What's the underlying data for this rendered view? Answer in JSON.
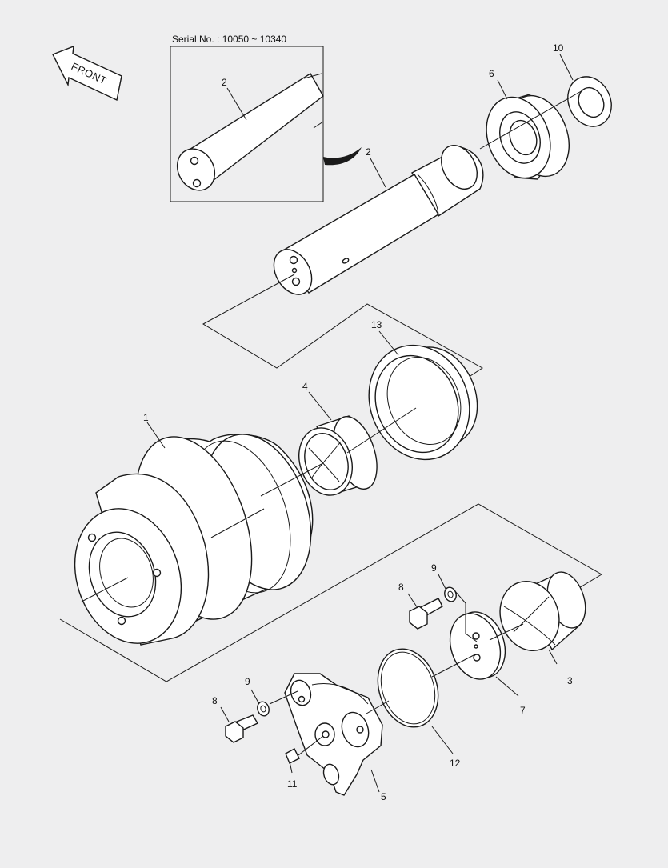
{
  "serial_label": "Serial No. : 10050 ~ 10340",
  "front_label": "FRONT",
  "callouts": {
    "c2_inset": "2",
    "c2_main": "2",
    "c6": "6",
    "c10": "10",
    "c13": "13",
    "c4": "4",
    "c1": "1",
    "c9_upper": "9",
    "c8_upper": "8",
    "c3": "3",
    "c7": "7",
    "c12": "12",
    "c9_lower": "9",
    "c8_lower": "8",
    "c11": "11",
    "c5": "5"
  },
  "colors": {
    "background": "#eeeeef",
    "ink": "#1a1a1a",
    "part_fill": "#ffffff"
  }
}
